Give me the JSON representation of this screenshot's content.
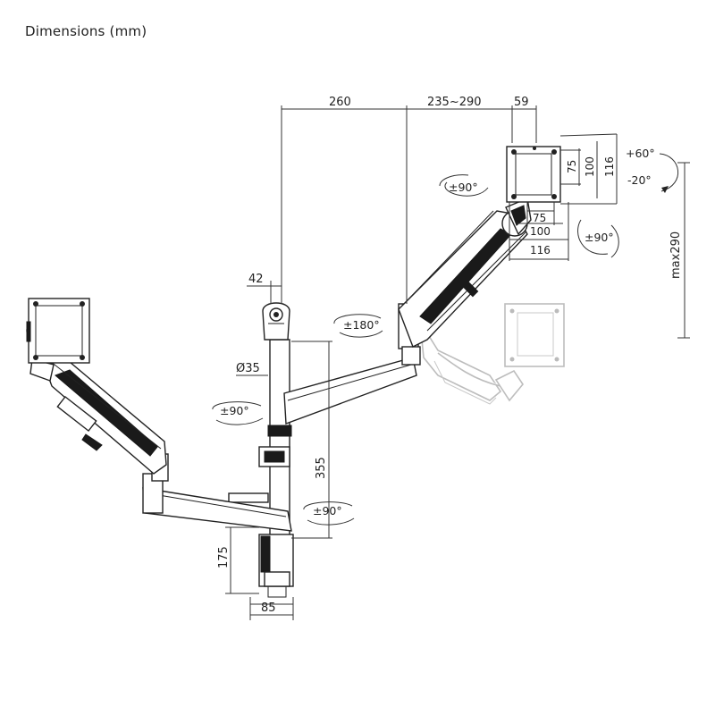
{
  "caption": "Dimensions (mm)",
  "dimensions": {
    "arm_reach": "260",
    "extension": "235~290",
    "tilt_offset": "59",
    "vesa_small": "75",
    "vesa_mid": "100",
    "vesa_large": "116",
    "vesa_small_h": "75",
    "vesa_mid_h": "100",
    "vesa_large_h": "116",
    "clamp_top": "42",
    "pole_diameter": "Ø35",
    "pole_height": "355",
    "clamp_height": "175",
    "clamp_width": "85",
    "height_adjust": "max290"
  },
  "rotations": {
    "pole_top": "±180°",
    "head_swivel": "±90°",
    "screen_rotate": "±90°",
    "arm_left_swivel": "±90°",
    "arm_base_swivel": "±90°",
    "tilt_up": "+60°",
    "tilt_down": "-20°"
  }
}
